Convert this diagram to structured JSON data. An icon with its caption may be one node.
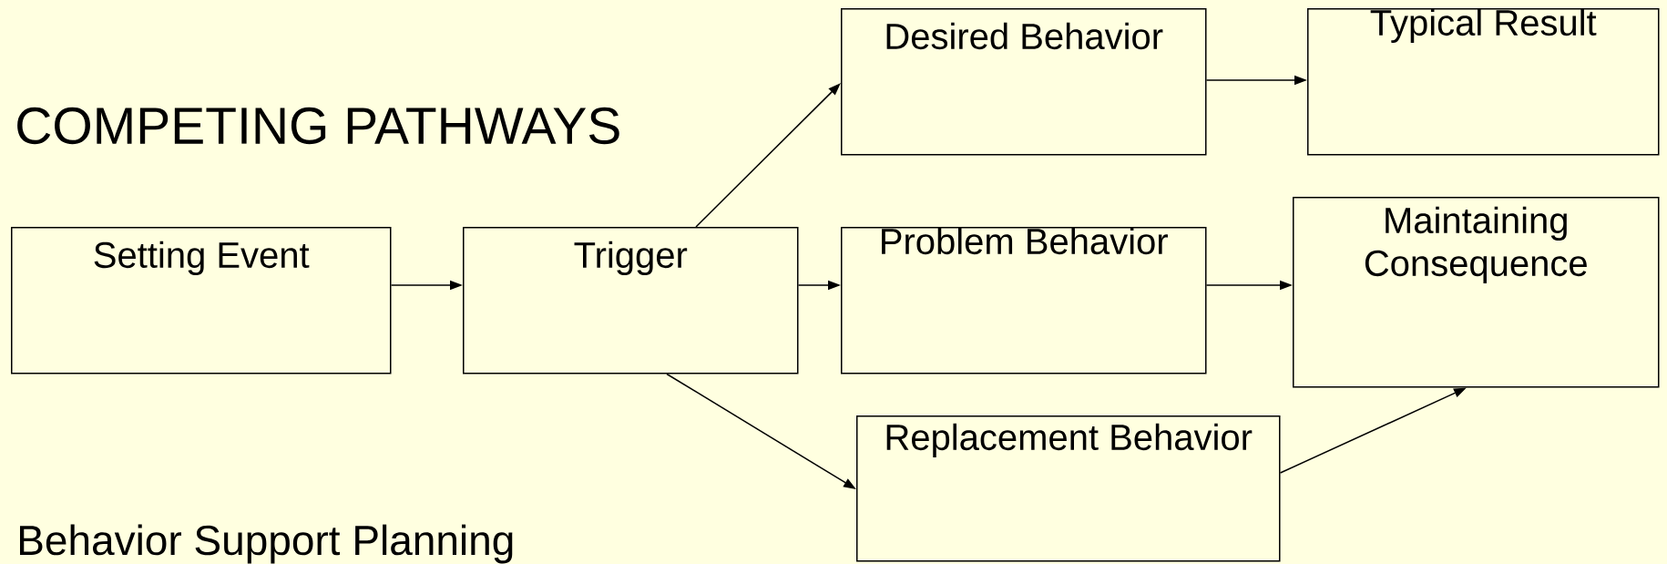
{
  "diagram": {
    "title": "COMPETING PATHWAYS",
    "nodes": [
      {
        "text": [
          "Setting Event"
        ]
      },
      {
        "text": [
          "Trigger"
        ]
      },
      {
        "text": [
          "Desired Behavior"
        ]
      },
      {
        "text": [
          "Typical Result"
        ]
      },
      {
        "text": [
          "Problem Behavior"
        ]
      },
      {
        "text": [
          "Maintaining Consequence"
        ]
      },
      {
        "text": [
          "Replacement Behavior"
        ]
      }
    ],
    "edges": [
      {
        "from": 0,
        "to": 1,
        "arrow": "to"
      },
      {
        "from": 1,
        "to": 2,
        "arrow": "to"
      },
      {
        "from": 1,
        "to": 4,
        "arrow": "to"
      },
      {
        "from": 1,
        "to": 6,
        "arrow": "to"
      },
      {
        "from": 2,
        "to": 3,
        "arrow": "to"
      },
      {
        "from": 4,
        "to": 5,
        "arrow": "to"
      },
      {
        "from": 6,
        "to": 5,
        "arrow": "to"
      }
    ],
    "labels": [
      "Behavior Support Planning"
    ]
  }
}
